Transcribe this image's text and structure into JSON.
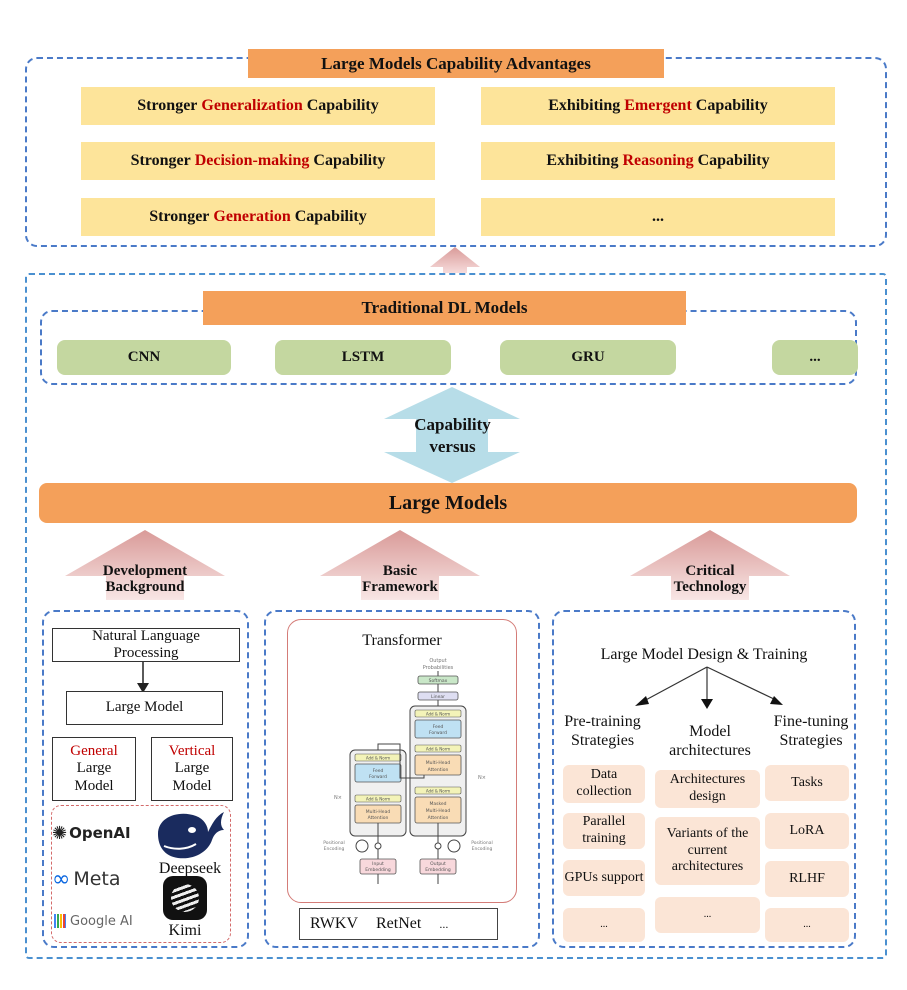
{
  "advantages": {
    "title": "Large Models Capability Advantages",
    "items": [
      {
        "pre": "Stronger ",
        "hl": "Generalization",
        "post": " Capability"
      },
      {
        "pre": "Exhibiting ",
        "hl": "Emergent",
        "post": " Capability"
      },
      {
        "pre": "Stronger ",
        "hl": "Decision-making",
        "post": " Capability"
      },
      {
        "pre": "Exhibiting ",
        "hl": "Reasoning",
        "post": " Capability"
      },
      {
        "pre": "Stronger ",
        "hl": "Generation",
        "post": " Capability"
      },
      {
        "pre": "",
        "hl": "",
        "post": "..."
      }
    ]
  },
  "traditional": {
    "title": "Traditional DL Models",
    "items": [
      "CNN",
      "LSTM",
      "GRU",
      "..."
    ]
  },
  "versus": {
    "line1": "Capability",
    "line2": "versus"
  },
  "large_models": {
    "title": "Large Models"
  },
  "pillars": [
    {
      "line1": "Development",
      "line2": "Background"
    },
    {
      "line1": "Basic",
      "line2": "Framework"
    },
    {
      "line1": "Critical",
      "line2": "Technology"
    }
  ],
  "background": {
    "nlp": "Natural Language Processing",
    "large_model": "Large Model",
    "general": {
      "hl": "General",
      "rest1": "Large",
      "rest2": "Model"
    },
    "vertical": {
      "hl": "Vertical",
      "rest1": "Large",
      "rest2": "Model"
    },
    "logos": {
      "openai": "OpenAI",
      "meta": "Meta",
      "google": "Google AI",
      "deepseek": "Deepseek",
      "kimi": "Kimi"
    }
  },
  "framework": {
    "title": "Transformer",
    "diagram": {
      "output_probs": "Output Probabilities",
      "softmax": "Softmax",
      "linear": "Linear",
      "add_norm": "Add & Norm",
      "feed_forward": "Feed Forward",
      "mha": "Multi-Head Attention",
      "masked_mha": "Masked Multi-Head Attention",
      "nx": "N×",
      "pos_enc": "Positional Encoding",
      "input_emb": "Input Embedding",
      "output_emb": "Output Embedding"
    },
    "alternatives": [
      "RWKV",
      "RetNet",
      "..."
    ]
  },
  "technology": {
    "title": "Large Model Design & Training",
    "columns": [
      {
        "head1": "Pre-training",
        "head2": "Strategies",
        "items": [
          "Data collection",
          "Parallel training",
          "GPUs support",
          "..."
        ]
      },
      {
        "head1": "Model",
        "head2": "architectures",
        "items": [
          "Architectures design",
          "Variants of the current architectures",
          "..."
        ]
      },
      {
        "head1": "Fine-tuning",
        "head2": "Strategies",
        "items": [
          "Tasks",
          "LoRA",
          "RLHF",
          "..."
        ]
      }
    ]
  }
}
